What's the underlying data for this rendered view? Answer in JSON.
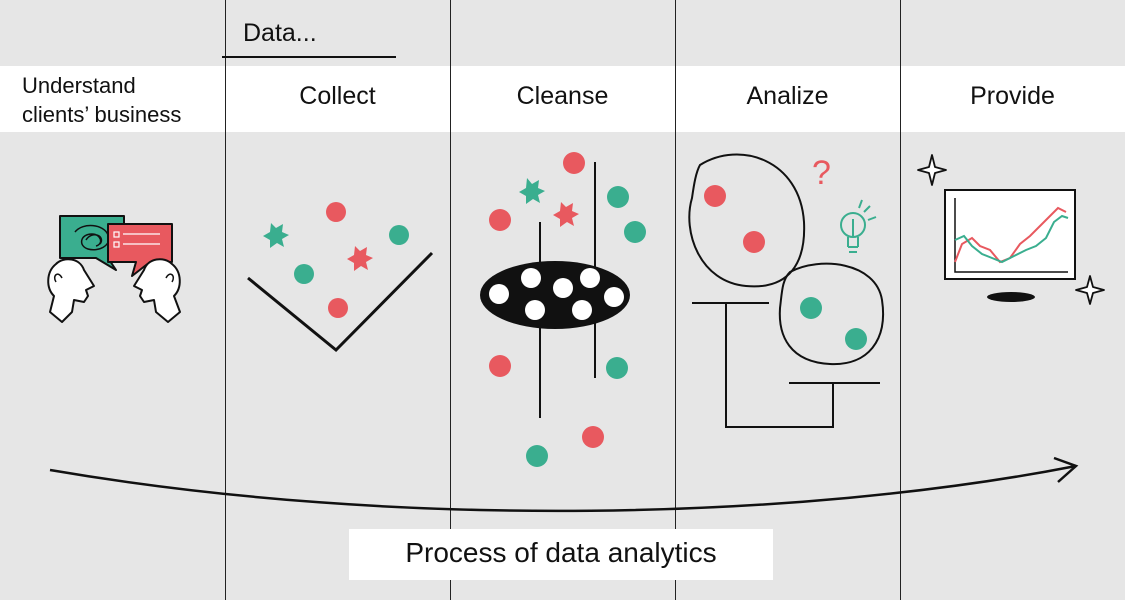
{
  "header": {
    "group_label": "Data...",
    "stages": [
      {
        "label_line1": "Understand",
        "label_line2": "clients’ business"
      },
      {
        "label": "Collect"
      },
      {
        "label": "Cleanse"
      },
      {
        "label": "Analize"
      },
      {
        "label": "Provide"
      }
    ]
  },
  "caption": "Process of  data analytics",
  "icons": {
    "question": "?",
    "stage1": "speech-bubbles-two-heads-icon",
    "stage2": "funnel-collect-icon",
    "stage3": "filter-cleanse-icon",
    "stage4": "clusters-analyze-icon",
    "stage5": "monitor-chart-icon"
  },
  "colors": {
    "red": "#e8595f",
    "teal": "#3aae8f",
    "background": "#e6e6e6",
    "line": "#111111"
  }
}
